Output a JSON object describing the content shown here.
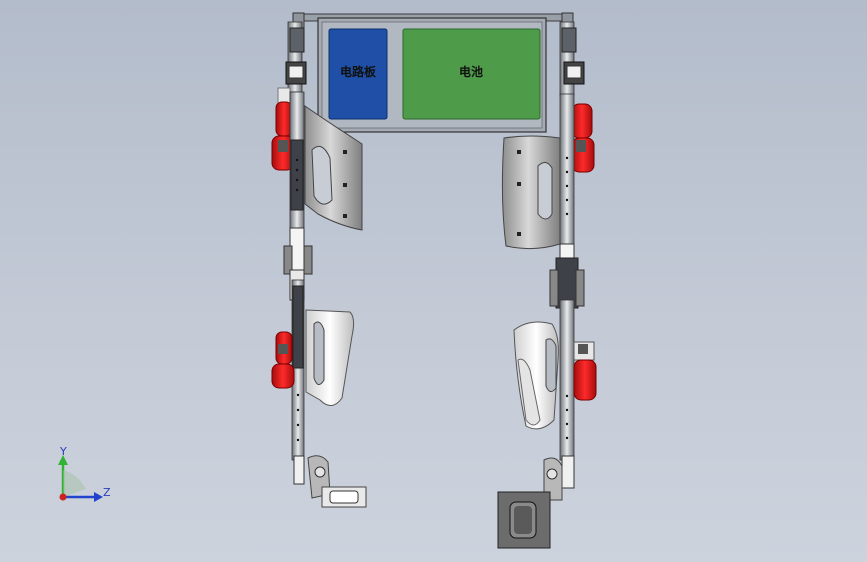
{
  "labels": {
    "circuit_board": "电路板",
    "battery": "电池",
    "axis_y": "Y",
    "axis_z": "Z"
  },
  "colors": {
    "background": "#bec6d2",
    "circuit_board": "#1f4fa6",
    "battery": "#4e9b4a",
    "frame": "#9aa3ad",
    "motor_red": "#e01a1a",
    "shell_gray": "#a9a9a9",
    "axis_y": "#33b333",
    "axis_z": "#2244cc",
    "axis_origin": "#cc2222"
  }
}
